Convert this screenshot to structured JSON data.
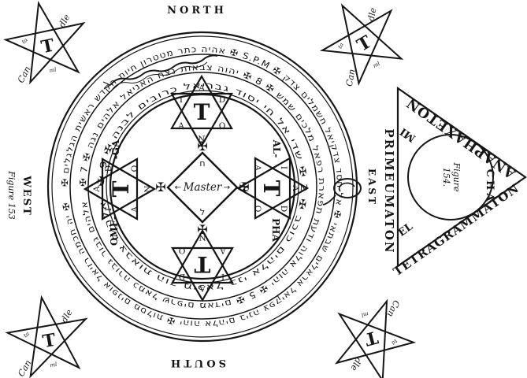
{
  "compass": {
    "north": "NORTH",
    "south": "SOUTH",
    "west": "WEST",
    "east": "EAST"
  },
  "figures": {
    "circle_caption": "Figure 153",
    "triangle_caption_line1": "Figure",
    "triangle_caption_line2": "154."
  },
  "rings": {
    "outer": "✠ אהיה כתר מטטרון חיות הקדש ראשית הגלגלים ✠ S.P.M ✠ יה חכמה רזיאל אופנים מסלות ✠ יהוה אלהים בינה צפקיאל אראלים שבתאי ✠ אל חסד צדקיאל חשמלים צדק ✠",
    "middle": "✠ אלהים גבור גבורה כמאל שרפים מאדים ✠ 5 ✠ יהוה אלוה ודעת תפארת רפאל מלכים שמש ✠ 8 ✠ יהוה צבאות נצח האניאל אלהים נגה ✠ 7",
    "inner": "✠ אלהים צבאות הוד מיכאל בני אלהים כוכב ✠ 2 ✠ שדי אל חי יסוד גבריאל כרובים לבנה ✠ 9"
  },
  "center_square": {
    "label": "Master",
    "top_glyph": "ח",
    "bottom_glyph": "ל",
    "arrow_left": "←",
    "arrow_right": "→",
    "cross": "✠"
  },
  "hexagram": {
    "points": [
      "A",
      "D",
      "O",
      "N",
      "A",
      "I"
    ],
    "tau": "T"
  },
  "words": {
    "alpha_top": "AL-",
    "alpha_bottom": "PHA",
    "omega_top": "-GA",
    "omega_bottom": "OME-"
  },
  "triangle": {
    "top_word": "ANAPHAXETON",
    "bottom_word": "TETRAGRAMMATON",
    "side_word": "PRIMEUMATON",
    "mi": "MI",
    "cha": "CHA",
    "el": "EL"
  },
  "pentagram": {
    "word_start": "Can",
    "word_end": "dle",
    "tau": "T",
    "marks": [
      "ml",
      "ta"
    ]
  },
  "colors": {
    "ink": "#161616",
    "paper": "#ffffff"
  }
}
